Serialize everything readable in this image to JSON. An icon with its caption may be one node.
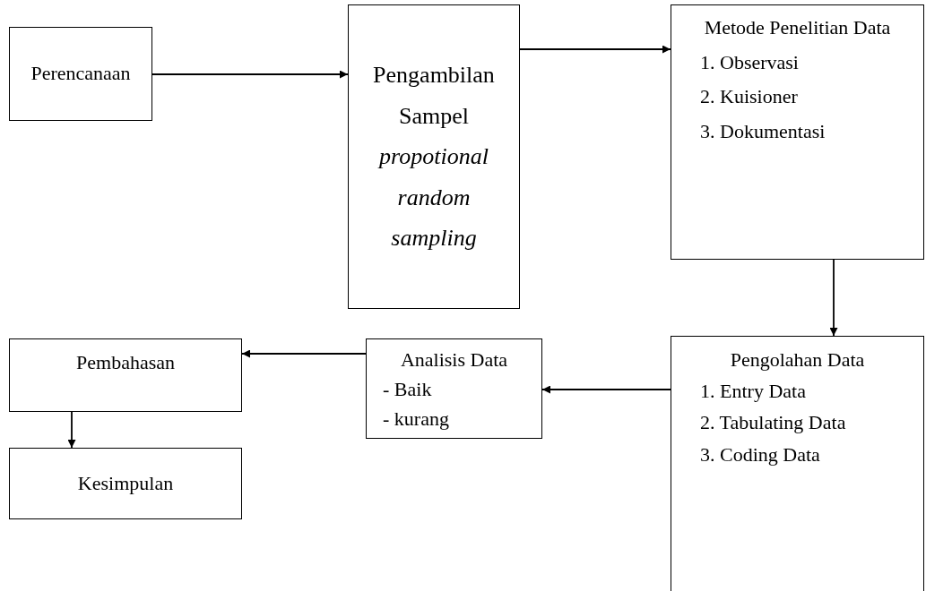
{
  "diagram": {
    "nodes": [
      {
        "text": [
          "Perencanaan"
        ]
      },
      {
        "text": [
          "Pengambilan Sampel",
          "propotional random sampling"
        ]
      },
      {
        "text": [
          "Metode Penelitian Data",
          "1. Observasi",
          "2. Kuisioner",
          "3. Dokumentasi"
        ]
      },
      {
        "text": [
          "Pengolahan Data",
          "1. Entry Data",
          "2. Tabulating Data",
          "3. Coding Data"
        ]
      },
      {
        "text": [
          "Analisis Data",
          "- Baik",
          "- kurang"
        ]
      },
      {
        "text": [
          "Pembahasan"
        ]
      },
      {
        "text": [
          "Kesimpulan"
        ]
      }
    ],
    "edges": [
      {
        "from": 0,
        "to": 1,
        "arrow": "to"
      },
      {
        "from": 1,
        "to": 2,
        "arrow": "to"
      },
      {
        "from": 2,
        "to": 3,
        "arrow": "to"
      },
      {
        "from": 3,
        "to": 4,
        "arrow": "to"
      },
      {
        "from": 4,
        "to": 5,
        "arrow": "to"
      },
      {
        "from": 5,
        "to": 6,
        "arrow": "to"
      }
    ]
  }
}
